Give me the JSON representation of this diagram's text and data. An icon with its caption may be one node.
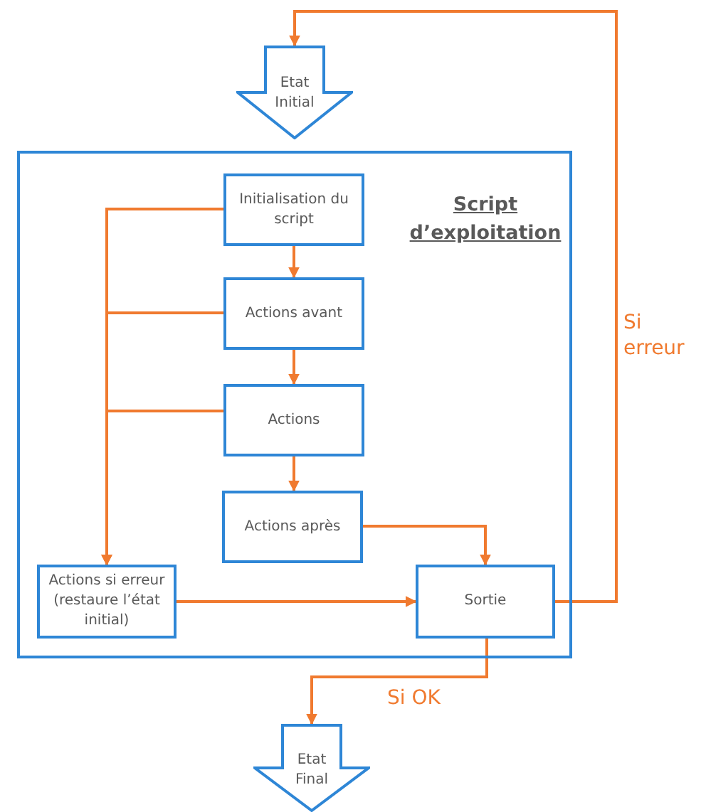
{
  "diagram": {
    "nodes": [
      {
        "text": [
          "Etat Initial"
        ]
      },
      {
        "text": [
          "Script d’exploitation"
        ]
      },
      {
        "text": [
          "Initialisation du script"
        ],
        "in": 1
      },
      {
        "text": [
          "Actions avant"
        ],
        "in": 1
      },
      {
        "text": [
          "Actions"
        ],
        "in": 1
      },
      {
        "text": [
          "Actions après"
        ],
        "in": 1
      },
      {
        "text": [
          "Actions si erreur (restaure l’état initial)"
        ],
        "in": 1
      },
      {
        "text": [
          "Sortie"
        ],
        "in": 1
      },
      {
        "text": [
          "Etat Final"
        ]
      }
    ],
    "edges": [
      {
        "from": 2,
        "to": 3,
        "arrow": "to"
      },
      {
        "from": 3,
        "to": 4,
        "arrow": "to"
      },
      {
        "from": 4,
        "to": 5,
        "arrow": "to"
      },
      {
        "from": 2,
        "to": 6,
        "arrow": "to"
      },
      {
        "from": 3,
        "to": 6,
        "arrow": "to"
      },
      {
        "from": 4,
        "to": 6,
        "arrow": "to"
      },
      {
        "from": 5,
        "to": 7,
        "arrow": "to"
      },
      {
        "from": 6,
        "to": 7,
        "arrow": "to"
      },
      {
        "from": 7,
        "to": 0,
        "arrow": "to",
        "label": "Si erreur"
      },
      {
        "from": 7,
        "to": 8,
        "arrow": "to",
        "label": "Si OK"
      }
    ]
  }
}
